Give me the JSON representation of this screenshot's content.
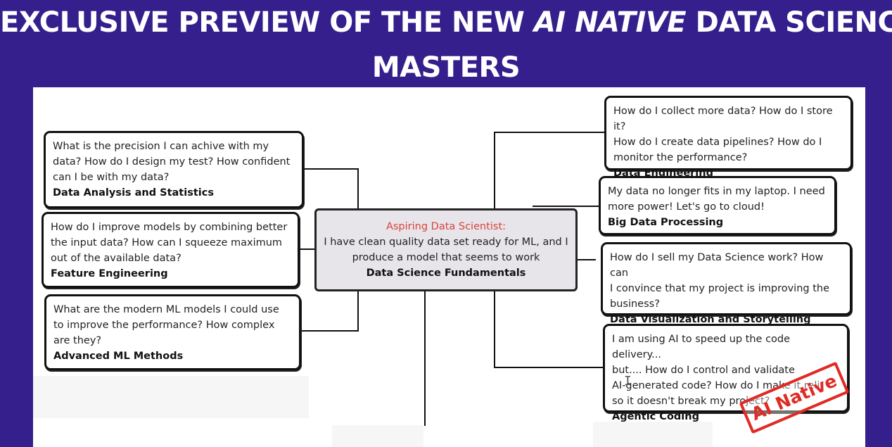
{
  "header": {
    "line1_before": "EXCLUSIVE PREVIEW OF THE NEW ",
    "line1_emphasis": "AI NATIVE",
    "line1_after": " DATA SCIENCE",
    "line2": "MASTERS"
  },
  "center": {
    "subtitle": "Aspiring Data Scientist:",
    "description": "I have clean quality data set ready for ML, and I\nproduce a model that seems to work",
    "title": "Data Science Fundamentals"
  },
  "left_nodes": [
    {
      "question": "What is the precision I can achive with my\ndata? How do I design my test? How confident\ncan I be with my data?",
      "title": "Data Analysis and Statistics"
    },
    {
      "question": "How do I improve models by combining  better\nthe input data? How can I squeeze maximum\nout of the available data?",
      "title": "Feature Engineering"
    },
    {
      "question": "What are the modern ML models I could use\nto improve the performance? How complex\nare they?",
      "title": "Advanced ML Methods"
    }
  ],
  "right_nodes": [
    {
      "question": "How do I collect more data? How do I store it?\nHow do I create data pipelines? How do I\nmonitor the performance?",
      "title": "Data Engineering"
    },
    {
      "question": "My data no longer fits in my laptop. I need\nmore power! Let's go to cloud!",
      "title": "Big Data Processing"
    },
    {
      "question": "How do I sell my Data Science work? How can\nI convince that my project is improving the\nbusiness?",
      "title": "Data Visualization and Storytelling"
    },
    {
      "question": "I am using AI to speed up the code delivery...\nbut.... How do I control and validate\nAI-generated code? How do I make it reli\nso it doesn't break my project?",
      "title": "Agentic Coding"
    }
  ],
  "stamp": {
    "label": "AI Native"
  },
  "colors": {
    "banner": "#341f8c",
    "stamp": "#e02a24",
    "subtitle": "#d8453a",
    "center_fill": "#e7e4ea"
  }
}
